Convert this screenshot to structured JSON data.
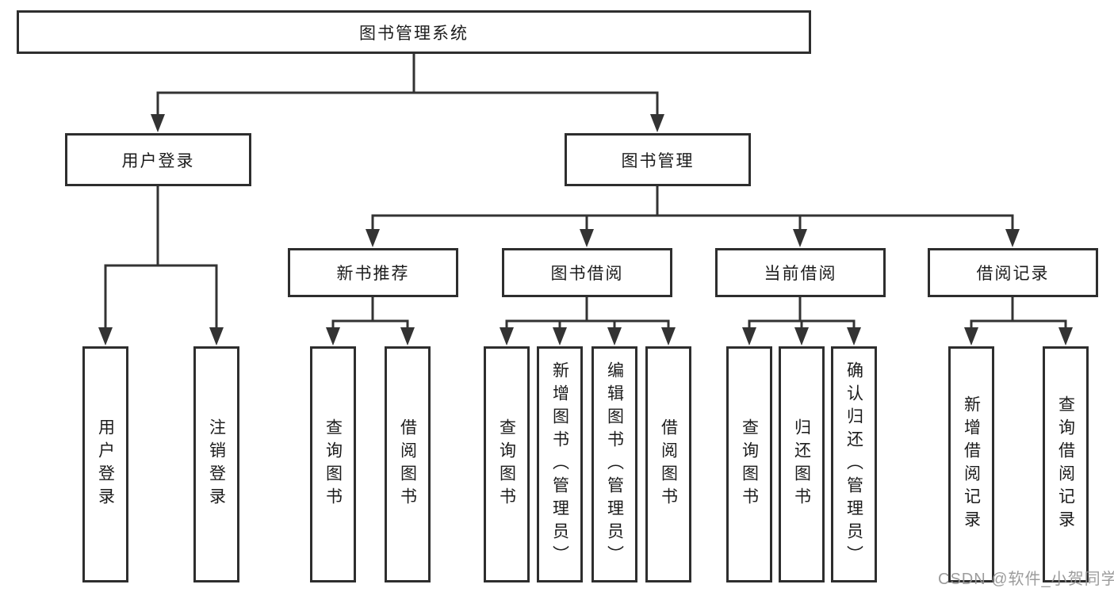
{
  "diagram": {
    "root": {
      "label": "图书管理系统",
      "children": [
        {
          "label": "用户登录",
          "children": [
            {
              "label": "用户登录"
            },
            {
              "label": "注销登录"
            }
          ]
        },
        {
          "label": "图书管理",
          "children": [
            {
              "label": "新书推荐",
              "children": [
                {
                  "label": "查询图书"
                },
                {
                  "label": "借阅图书"
                }
              ]
            },
            {
              "label": "图书借阅",
              "children": [
                {
                  "label": "查询图书"
                },
                {
                  "label": "新增图书（管理员）"
                },
                {
                  "label": "编辑图书（管理员）"
                },
                {
                  "label": "借阅图书"
                }
              ]
            },
            {
              "label": "当前借阅",
              "children": [
                {
                  "label": "查询图书"
                },
                {
                  "label": "归还图书"
                },
                {
                  "label": "确认归还（管理员）"
                }
              ]
            },
            {
              "label": "借阅记录",
              "children": [
                {
                  "label": "新增借阅记录"
                },
                {
                  "label": "查询借阅记录"
                }
              ]
            }
          ]
        }
      ]
    }
  },
  "watermark": {
    "text": "CSDN @软件_小贺同学"
  },
  "colors": {
    "line": "#333333",
    "box_border": "#2e2e2e",
    "text": "#1c1c1c",
    "background": "#ffffff",
    "watermark": "#949494"
  }
}
